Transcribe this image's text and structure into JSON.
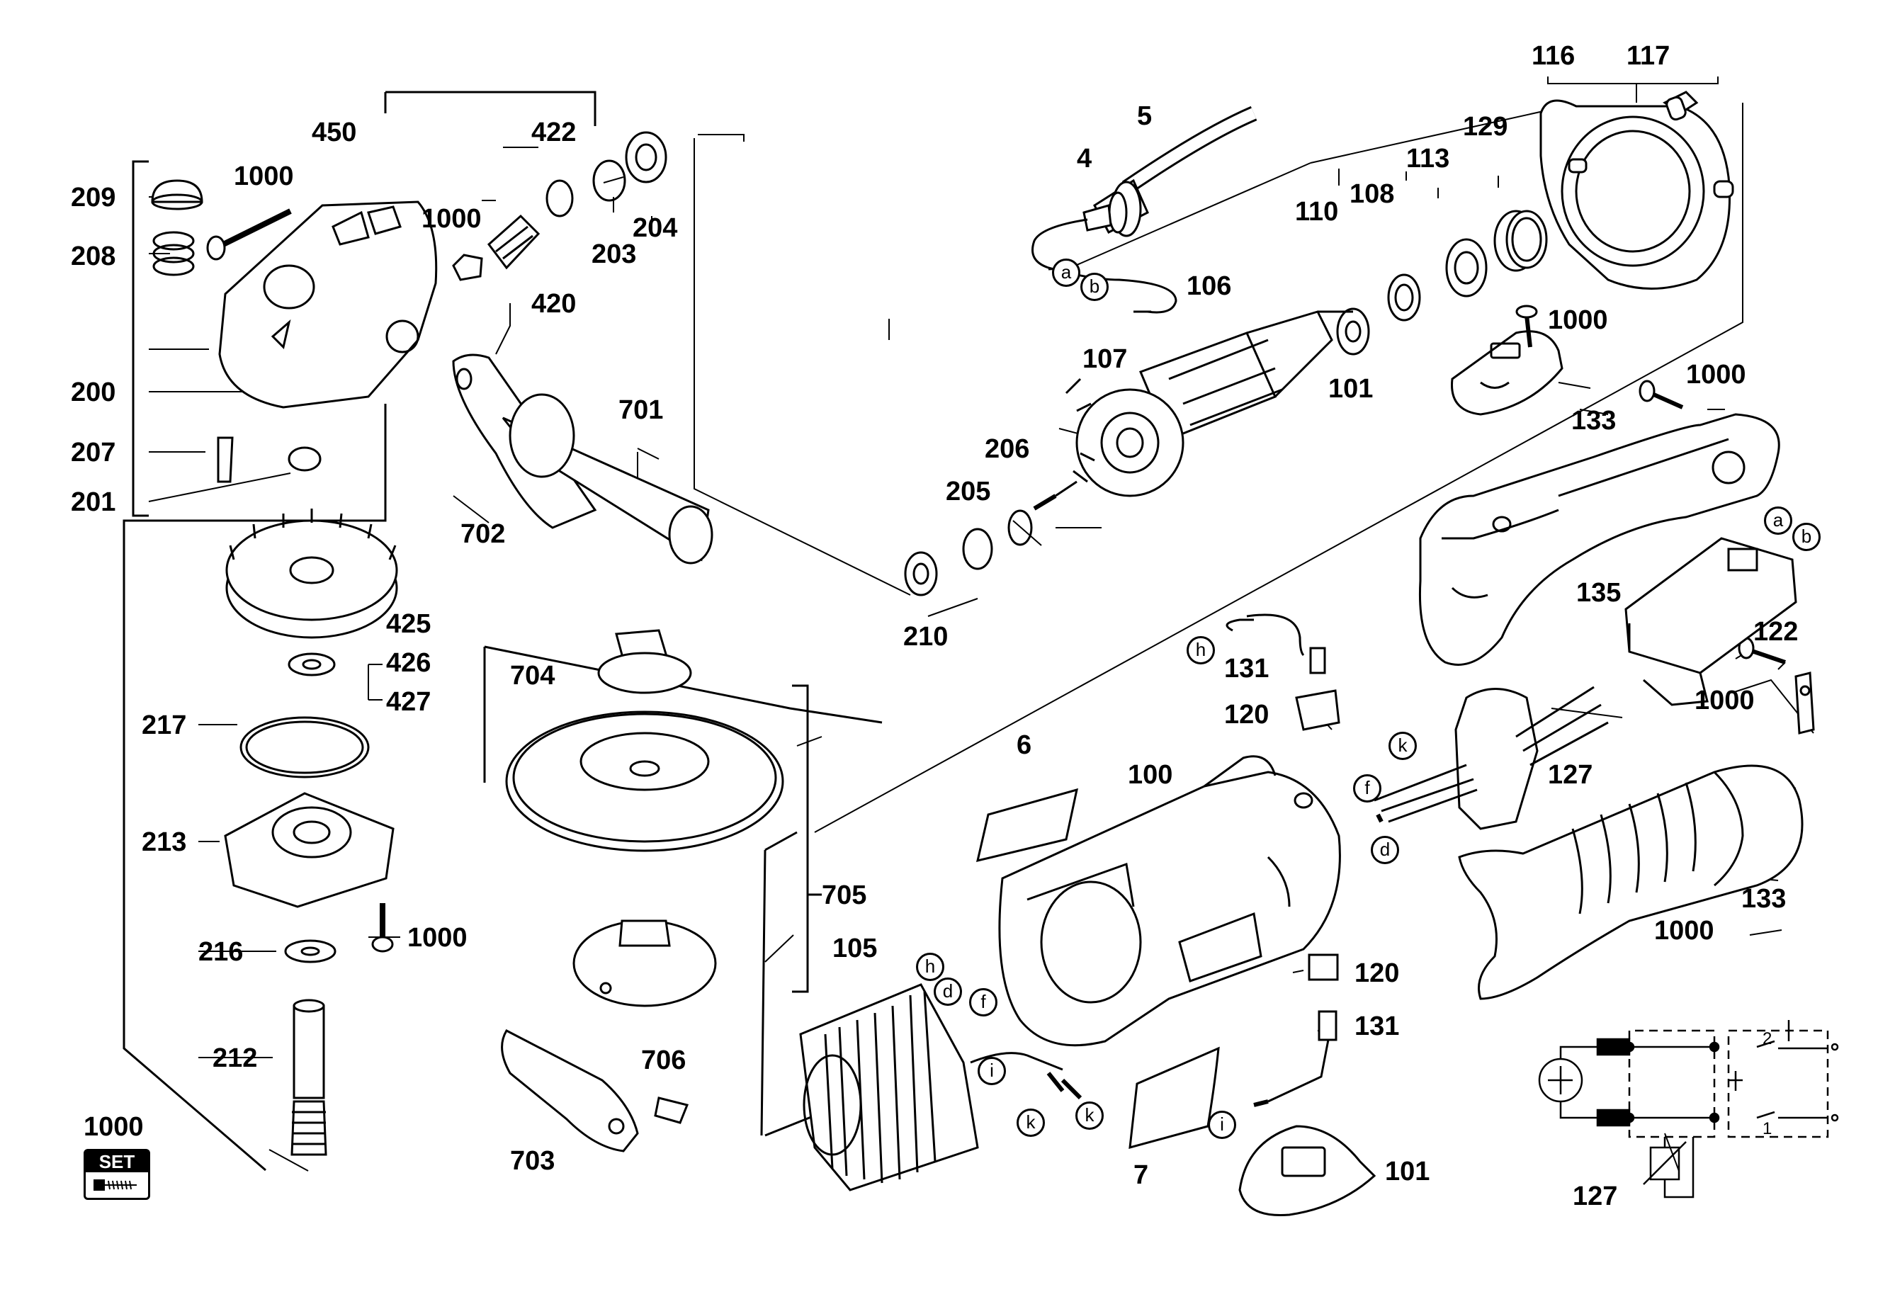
{
  "labels": {
    "p116": "116",
    "p117": "117",
    "p5": "5",
    "p4": "4",
    "p129": "129",
    "p113": "113",
    "p108": "108",
    "p110": "110",
    "p106": "106",
    "p1000_top": "1000",
    "p107": "107",
    "p101_top": "101",
    "p1000_handle": "1000",
    "p133_top": "133",
    "p206": "206",
    "p205": "205",
    "p210": "210",
    "p135": "135",
    "p122": "122",
    "p1000_switch": "1000",
    "p131_top": "131",
    "p120_top": "120",
    "p127_mid": "127",
    "p133_grip": "133",
    "p1000_grip": "1000",
    "p6": "6",
    "p100": "100",
    "p120_bot": "120",
    "p131_bot": "131",
    "p7": "7",
    "p101_bot": "101",
    "p127_bot": "127",
    "p450": "450",
    "p422": "422",
    "p209": "209",
    "p1000_head": "1000",
    "p1000_pinion": "1000",
    "p208": "208",
    "p203": "203",
    "p204": "204",
    "p420": "420",
    "p200": "200",
    "p701": "701",
    "p207": "207",
    "p201": "201",
    "p702": "702",
    "p425": "425",
    "p426": "426",
    "p427": "427",
    "p704": "704",
    "p217": "217",
    "p213": "213",
    "p1000_flange": "1000",
    "p216": "216",
    "p705": "705",
    "p105": "105",
    "p212": "212",
    "p706": "706",
    "p703": "703",
    "p1000_set": "1000"
  },
  "letters": {
    "a_top": "a",
    "b_top": "b",
    "a_right": "a",
    "b_right": "b",
    "h_mid": "h",
    "k_mid": "k",
    "f_mid": "f",
    "d_mid": "d",
    "h_stator": "h",
    "d_stator": "d",
    "f_stator": "f",
    "i_stator": "i",
    "k_stator1": "k",
    "k_stator2": "k",
    "i_cable": "i"
  },
  "set_badge": {
    "text": "SET"
  },
  "schematic": {
    "terminal_2": "2",
    "terminal_1": "1"
  },
  "colors": {
    "line": "#000000",
    "background": "#ffffff"
  }
}
